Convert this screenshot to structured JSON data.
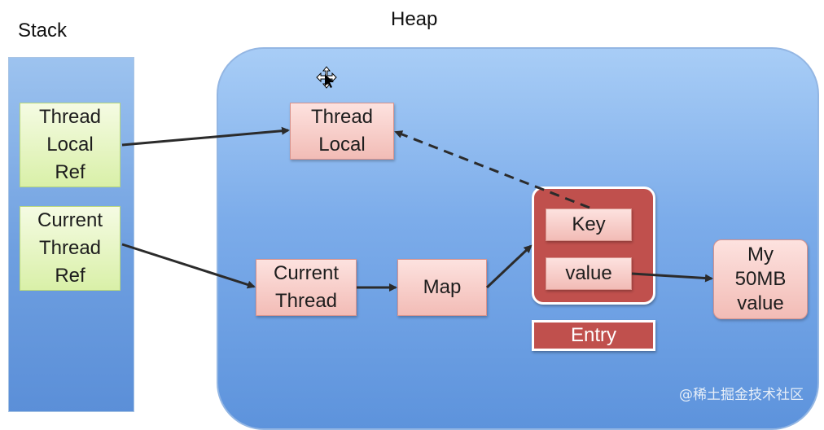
{
  "stack_title": "Stack",
  "heap_title": "Heap",
  "stack": {
    "thread_local_ref": "Thread\nLocal\nRef",
    "current_thread_ref": "Current\nThread\nRef"
  },
  "heap": {
    "thread_local": "Thread\nLocal",
    "current_thread": "Current\nThread",
    "map": "Map",
    "key": "Key",
    "value": "value",
    "entry": "Entry",
    "my_value": "My\n50MB\nvalue"
  },
  "watermark": "@稀土掘金技术社区",
  "colors": {
    "stack_blue": "#6e9fe0",
    "heap_blue": "#7cacea",
    "green_box": "#d9f0a8",
    "pink_box": "#f2bcb6",
    "entry_red": "#c0504d"
  },
  "icons": {
    "cursor": "move-cursor-icon"
  }
}
